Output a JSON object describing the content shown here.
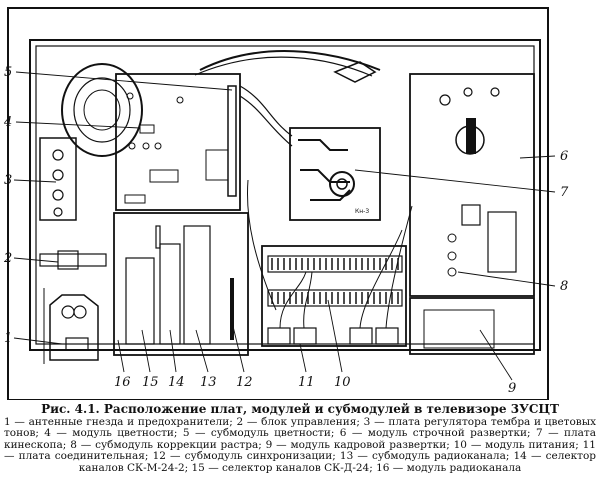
{
  "figure": {
    "callouts": [
      "1",
      "2",
      "3",
      "4",
      "5",
      "6",
      "7",
      "8",
      "9",
      "10",
      "11",
      "12",
      "13",
      "14",
      "15",
      "16"
    ],
    "board_marking": "Кн-3",
    "caption_title": "Рис. 4.1. Расположение плат, модулей и субмодулей в телевизоре 3УСЦТ",
    "caption_body": "1 — антенные гнезда и предохранители; 2 — блок управления; 3 — плата регулятора тембра и цветовых тонов; 4 — модуль цветности; 5 — субмодуль цветности; 6 — модуль строчной развертки; 7 — плата кинескопа; 8 — субмодуль коррекции растра; 9 — модуль кадровой развертки; 10 — модуль питания; 11 — плата соединительная; 12 — субмодуль синхронизации; 13 — субмодуль радиоканала; 14 — селектор каналов СК-М-24-2; 15 — селектор каналов СК-Д-24; 16 — модуль радиоканала"
  }
}
